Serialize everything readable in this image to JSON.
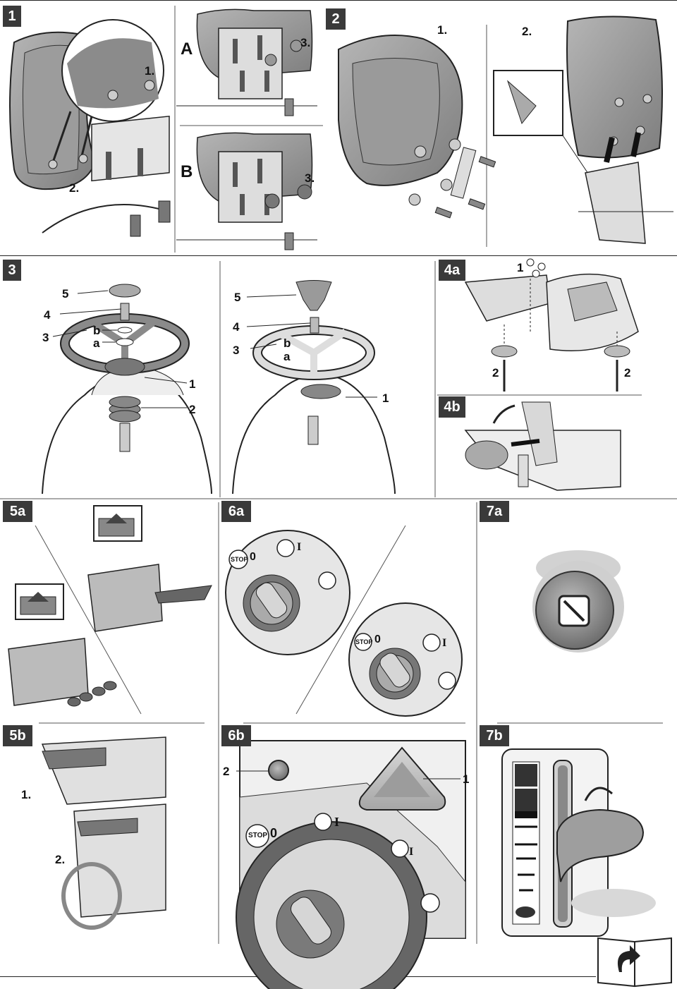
{
  "panels": {
    "p1": {
      "tag": "1",
      "steps": {
        "s1": "1.",
        "s2": "2.",
        "s3a": "3.",
        "s3b": "3."
      },
      "variants": {
        "a": "A",
        "b": "B"
      }
    },
    "p2": {
      "tag": "2",
      "steps": {
        "s1": "1.",
        "s2": "2."
      }
    },
    "p3": {
      "tag": "3",
      "left": {
        "n5": "5",
        "n4": "4",
        "n3": "3",
        "b": "b",
        "a": "a",
        "n1": "1",
        "n2": "2"
      },
      "right": {
        "n5": "5",
        "n4": "4",
        "n3": "3",
        "b": "b",
        "a": "a",
        "n1": "1"
      }
    },
    "p4a": {
      "tag": "4a",
      "n1": "1",
      "n2l": "2",
      "n2r": "2"
    },
    "p4b": {
      "tag": "4b"
    },
    "p5a": {
      "tag": "5a"
    },
    "p5b": {
      "tag": "5b",
      "steps": {
        "s1": "1.",
        "s2": "2."
      }
    },
    "p6a": {
      "tag": "6a",
      "stop_label": "STOP",
      "zero": "0",
      "one_top": "I",
      "one_bottom": "I",
      "zero_bottom": "0"
    },
    "p6b": {
      "tag": "6b",
      "n2": "2",
      "n1": "1",
      "stop_label": "STOP",
      "zero": "0",
      "one": "I",
      "one_right": "I"
    },
    "p7a": {
      "tag": "7a"
    },
    "p7b": {
      "tag": "7b"
    }
  },
  "colors": {
    "tag_bg": "#3a3a3a",
    "ink": "#111111",
    "mid_grey": "#9a9a9a",
    "light_grey": "#c8c8c8",
    "pale_grey": "#e4e4e4"
  }
}
